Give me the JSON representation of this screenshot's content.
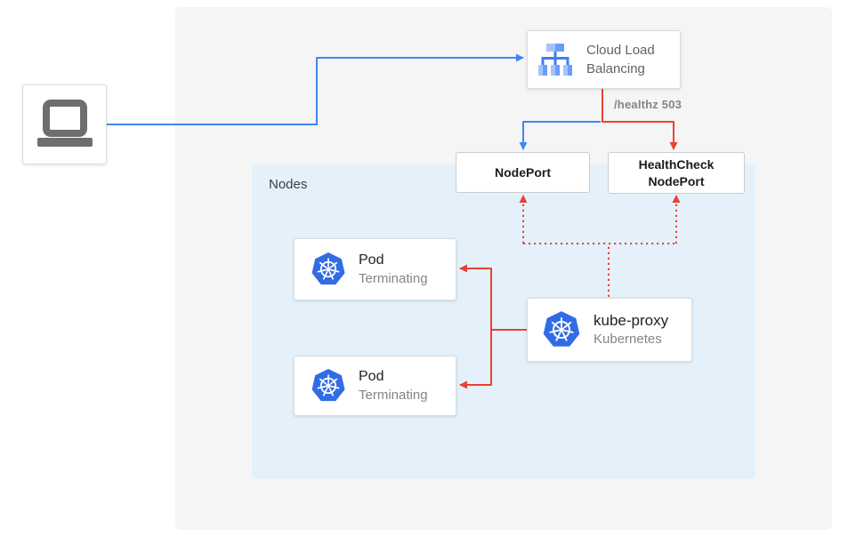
{
  "colors": {
    "blue": "#4285f4",
    "red": "#e94235",
    "panel_bg": "#f5f5f5",
    "nodes_bg": "#e4f1fb",
    "k8s_blue": "#326ce5",
    "card_border": "#dadce0",
    "text_dark": "#202124",
    "text_gray": "#80868b",
    "laptop_gray": "#6e6e6e"
  },
  "client": {
    "icon": "laptop-icon"
  },
  "load_balancer": {
    "label": "Cloud Load Balancing",
    "icon": "cloud-load-balancing-icon"
  },
  "healthz_label": "/healthz 503",
  "nodes_panel": {
    "label": "Nodes"
  },
  "nodeport": {
    "label": "NodePort"
  },
  "healthcheck_nodeport": {
    "label": "HealthCheck NodePort"
  },
  "pods": [
    {
      "title": "Pod",
      "subtitle": "Terminating",
      "icon": "kubernetes-icon"
    },
    {
      "title": "Pod",
      "subtitle": "Terminating",
      "icon": "kubernetes-icon"
    }
  ],
  "kube_proxy": {
    "title": "kube-proxy",
    "subtitle": "Kubernetes",
    "icon": "kubernetes-icon"
  },
  "edges": [
    {
      "from": "client-laptop",
      "to": "cloud-load-balancing",
      "style": "solid",
      "color": "blue"
    },
    {
      "from": "cloud-load-balancing",
      "to": "nodeport",
      "style": "solid",
      "color": "blue"
    },
    {
      "from": "cloud-load-balancing",
      "to": "healthcheck-nodeport",
      "style": "solid",
      "color": "red",
      "label": "/healthz 503"
    },
    {
      "from": "kube-proxy",
      "to": "pod-terminating-1",
      "style": "solid",
      "color": "red"
    },
    {
      "from": "kube-proxy",
      "to": "pod-terminating-2",
      "style": "solid",
      "color": "red"
    },
    {
      "from": "kube-proxy",
      "to": "nodeport",
      "style": "dotted",
      "color": "red"
    },
    {
      "from": "kube-proxy",
      "to": "healthcheck-nodeport",
      "style": "dotted",
      "color": "red"
    }
  ]
}
